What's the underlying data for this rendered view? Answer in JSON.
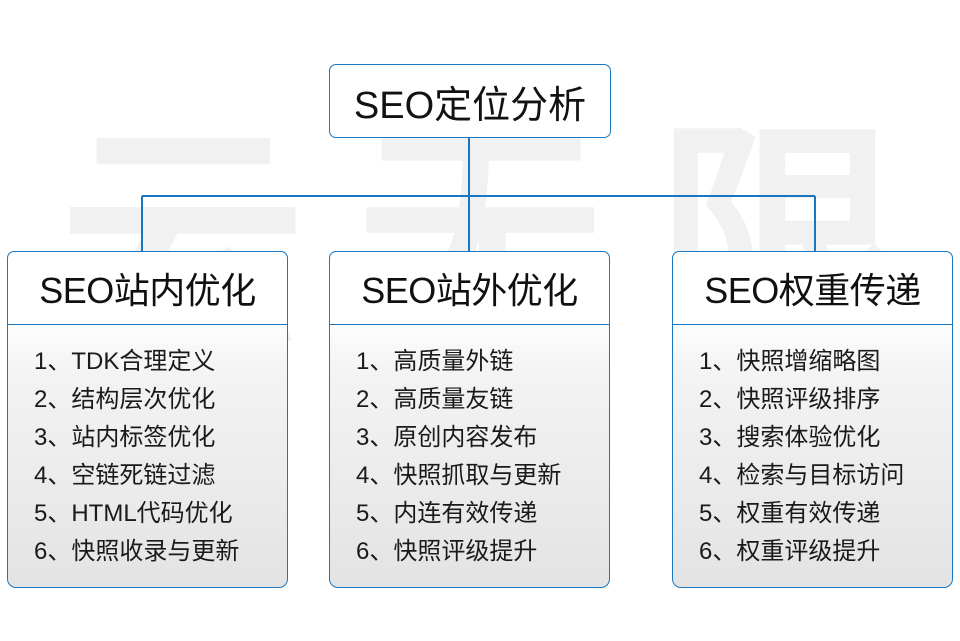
{
  "diagram": {
    "title": "SEO定位分析",
    "watermark": [
      "云",
      "无",
      "限"
    ],
    "line_color": "#1877c0",
    "branches": [
      {
        "title": "SEO站内优化",
        "items": [
          "1、TDK合理定义",
          "2、结构层次优化",
          "3、站内标签优化",
          "4、空链死链过滤",
          "5、HTML代码优化",
          "6、快照收录与更新"
        ]
      },
      {
        "title": "SEO站外优化",
        "items": [
          "1、高质量外链",
          "2、高质量友链",
          "3、原创内容发布",
          "4、快照抓取与更新",
          "5、内连有效传递",
          "6、快照评级提升"
        ]
      },
      {
        "title": "SEO权重传递",
        "items": [
          "1、快照增缩略图",
          "2、快照评级排序",
          "3、搜索体验优化",
          "4、检索与目标访问",
          "5、权重有效传递",
          "6、权重评级提升"
        ]
      }
    ]
  }
}
